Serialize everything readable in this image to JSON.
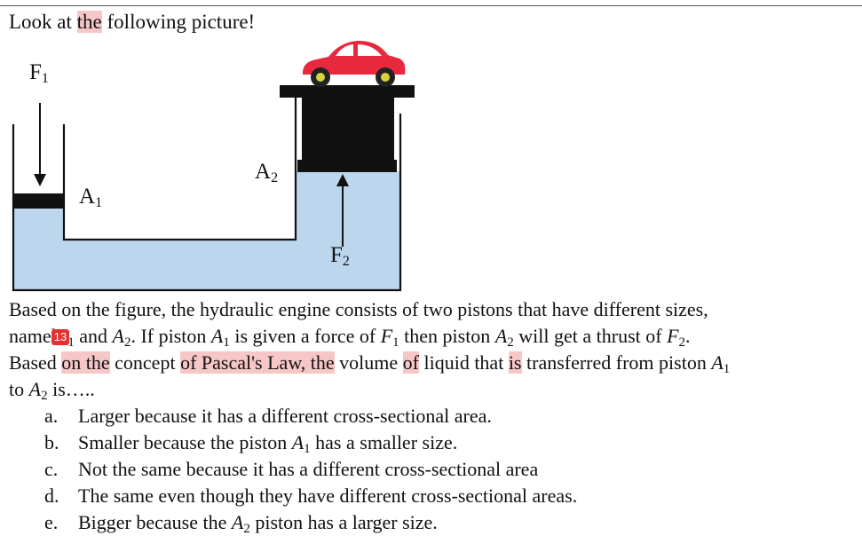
{
  "intro": {
    "prefix": "Look at ",
    "highlight": "the",
    "suffix": " following picture!"
  },
  "figure": {
    "force1": {
      "symbol": "F",
      "index": "1"
    },
    "force2": {
      "symbol": "F",
      "index": "2"
    },
    "area1": {
      "symbol": "A",
      "index": "1"
    },
    "area2": {
      "symbol": "A",
      "index": "2"
    },
    "liquid_color": "#bcd6ee",
    "car_color": "#e8283c",
    "piston_color": "#111111"
  },
  "question": {
    "line1": "Based on the figure, the hydraulic engine consists of two pistons that have different sizes,",
    "line2": {
      "word": "namel",
      "badge": "13",
      "after_badge": " and ",
      "mid": ". If piston ",
      "given": " is given a force of ",
      "then": " then piston ",
      "thrust": " will get a thrust of ",
      "end": "."
    },
    "line3": {
      "p1": "Based ",
      "h1": "on the",
      "p2": " concept ",
      "h2": "of Pascal's Law, the",
      "p3": " volume ",
      "h3": "of",
      "p4": " liquid that ",
      "h4": "is",
      "p5": " transferred from piston "
    },
    "line4": {
      "p1": "to ",
      "p2": " is….."
    },
    "math": {
      "A": "A",
      "F": "F",
      "one": "1",
      "two": "2"
    }
  },
  "options": [
    {
      "key": "a.",
      "text": "Larger because it has a different cross-sectional area."
    },
    {
      "key": "b.",
      "text_before": "Smaller because the piston ",
      "text_after": "  has a smaller size."
    },
    {
      "key": "c.",
      "text": "Not the same because it has a different cross-sectional area"
    },
    {
      "key": "d.",
      "text": "The same even though they have different cross-sectional areas."
    },
    {
      "key": "e.",
      "text_before": "Bigger because the ",
      "text_after": " piston has a larger size."
    }
  ]
}
